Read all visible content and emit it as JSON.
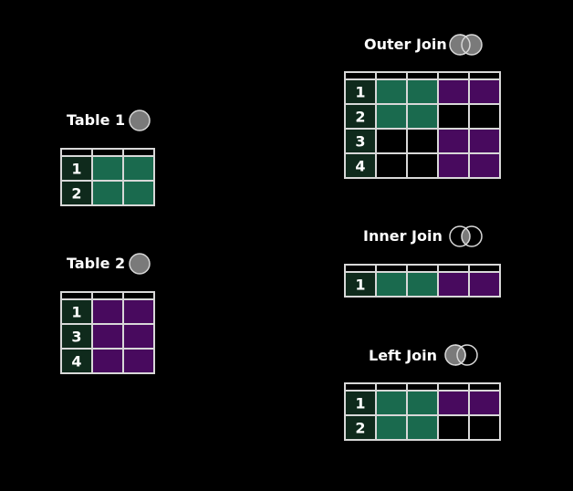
{
  "colors": {
    "background": "#000000",
    "key": "#0f2a1c",
    "table1": "#1a6a4e",
    "table2": "#480a5e",
    "empty": "#000000",
    "border": "#d8d8d8",
    "circle": "#7a7a7a"
  },
  "source_tables": [
    {
      "title": "Table 1",
      "icon": "gray-circle",
      "rows": [
        {
          "key": "1",
          "cells": [
            "table1",
            "table1"
          ]
        },
        {
          "key": "2",
          "cells": [
            "table1",
            "table1"
          ]
        }
      ]
    },
    {
      "title": "Table 2",
      "icon": "gray-circle",
      "rows": [
        {
          "key": "1",
          "cells": [
            "table2",
            "table2"
          ]
        },
        {
          "key": "3",
          "cells": [
            "table2",
            "table2"
          ]
        },
        {
          "key": "4",
          "cells": [
            "table2",
            "table2"
          ]
        }
      ]
    }
  ],
  "joins": [
    {
      "title": "Outer Join",
      "icon": "venn-full",
      "rows": [
        {
          "key": "1",
          "cells": [
            "table1",
            "table1",
            "table2",
            "table2"
          ]
        },
        {
          "key": "2",
          "cells": [
            "table1",
            "table1",
            "empty",
            "empty"
          ]
        },
        {
          "key": "3",
          "cells": [
            "empty",
            "empty",
            "table2",
            "table2"
          ]
        },
        {
          "key": "4",
          "cells": [
            "empty",
            "empty",
            "table2",
            "table2"
          ]
        }
      ]
    },
    {
      "title": "Inner Join",
      "icon": "venn-intersection",
      "rows": [
        {
          "key": "1",
          "cells": [
            "table1",
            "table1",
            "table2",
            "table2"
          ]
        }
      ]
    },
    {
      "title": "Left Join",
      "icon": "venn-left",
      "rows": [
        {
          "key": "1",
          "cells": [
            "table1",
            "table1",
            "table2",
            "table2"
          ]
        },
        {
          "key": "2",
          "cells": [
            "table1",
            "table1",
            "empty",
            "empty"
          ]
        }
      ]
    }
  ]
}
